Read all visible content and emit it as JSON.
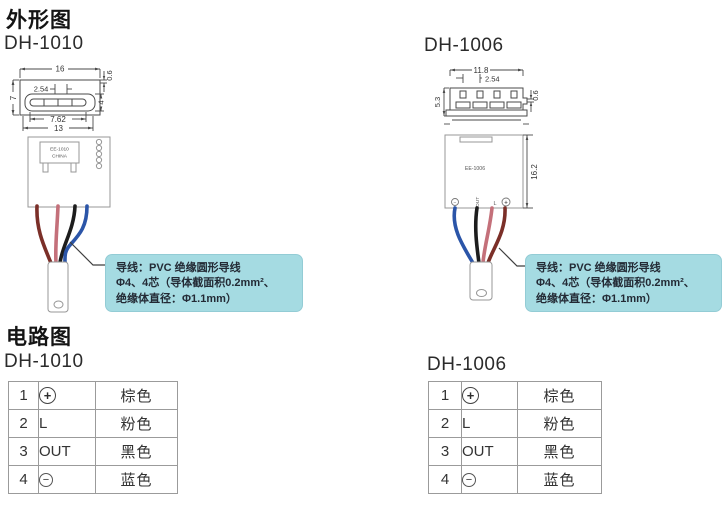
{
  "sections": {
    "outline_title": "外形图",
    "circuit_title": "电路图"
  },
  "products": {
    "dh1010": {
      "name": "DH-1010",
      "dims": {
        "width": "16",
        "height": "7",
        "pitch": "2.54",
        "lip": "0.6",
        "slot_height": "4",
        "inner_width": "7.62",
        "outer_width": "13"
      },
      "body": {
        "label_line1": "EE-1010",
        "label_line2": "CHINA"
      },
      "wire_colors_left_to_right": [
        "brown",
        "pink",
        "black",
        "blue"
      ]
    },
    "dh1006": {
      "name": "DH-1006",
      "dims": {
        "width": "11.8",
        "pitch": "2.54",
        "height": "5.3",
        "lip": "0.6",
        "body_height": "16.2"
      },
      "body": {
        "label": "EE-1006",
        "pin_minus": "−",
        "pin_out": "OUT",
        "pin_l": "L",
        "pin_plus": "+"
      },
      "wire_colors_left_to_right": [
        "blue",
        "black",
        "pink",
        "brown"
      ]
    }
  },
  "wire_callout": {
    "line1": "导线：PVC 绝缘圆形导线",
    "line2": "Φ4、4芯（导体截面积0.2mm²、",
    "line3": "绝缘体直径：Φ1.1mm）"
  },
  "circuit": {
    "rows": [
      {
        "no": "1",
        "symbol": "+",
        "symbol_type": "circle-plus",
        "color": "棕色"
      },
      {
        "no": "2",
        "symbol": "L",
        "symbol_type": "text",
        "color": "粉色"
      },
      {
        "no": "3",
        "symbol": "OUT",
        "symbol_type": "text",
        "color": "黑色"
      },
      {
        "no": "4",
        "symbol": "−",
        "symbol_type": "circle-minus",
        "color": "蓝色"
      }
    ]
  },
  "colors": {
    "callout_bg": "#a5dbe2",
    "wire_brown": "#7b2f28",
    "wire_pink": "#c4707a",
    "wire_black": "#1d1d1d",
    "wire_blue": "#2b55a8"
  }
}
